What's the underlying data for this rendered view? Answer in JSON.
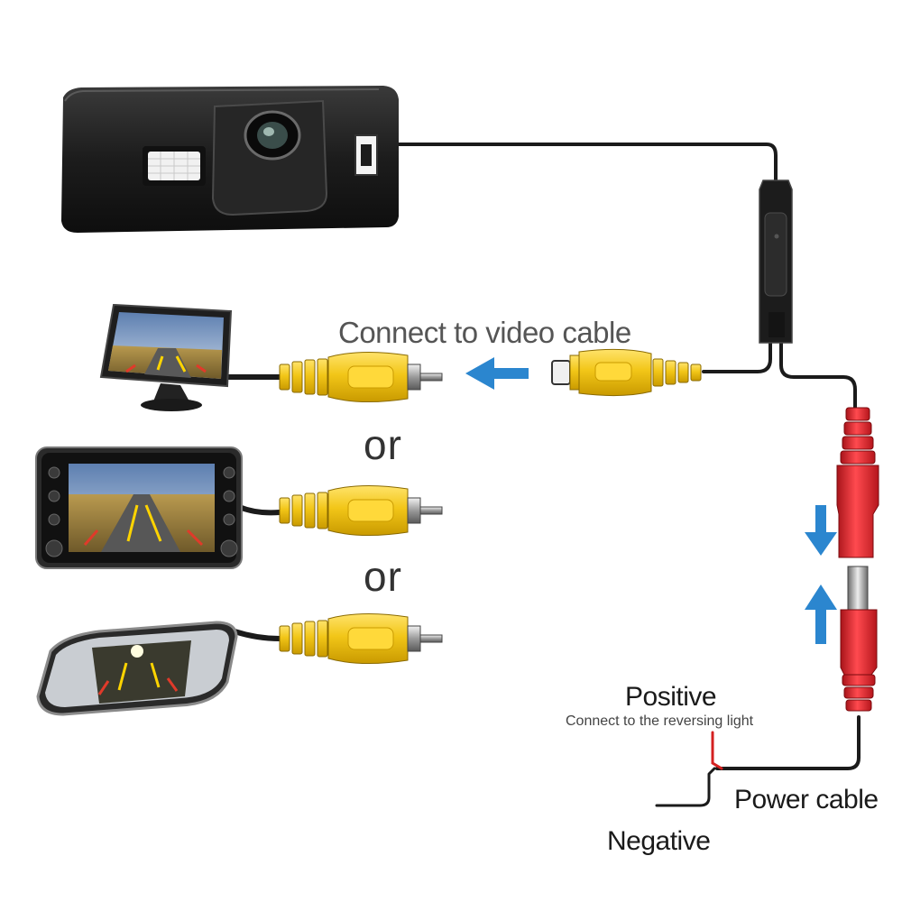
{
  "labels": {
    "connect_video": "Connect  to video cable",
    "or_1": "or",
    "or_2": "or",
    "positive": "Positive",
    "positive_note": "Connect to the reversing light",
    "power_cable": "Power cable",
    "negative": "Negative"
  },
  "colors": {
    "rca_yellow": "#f2c618",
    "rca_yellow_dark": "#c99a00",
    "dc_red": "#e0282e",
    "dc_red_dark": "#a8141a",
    "arrow_blue": "#2b86cf",
    "wire_black": "#1b1b1b",
    "wire_red": "#d42020"
  },
  "icons": {
    "camera": "reversing-camera-icon",
    "monitor": "dash-monitor-icon",
    "head_unit": "car-dvd-head-unit-icon",
    "mirror": "rearview-mirror-monitor-icon",
    "arrow_left": "arrow-left-icon",
    "arrow_down": "arrow-down-icon",
    "arrow_up": "arrow-up-icon"
  }
}
